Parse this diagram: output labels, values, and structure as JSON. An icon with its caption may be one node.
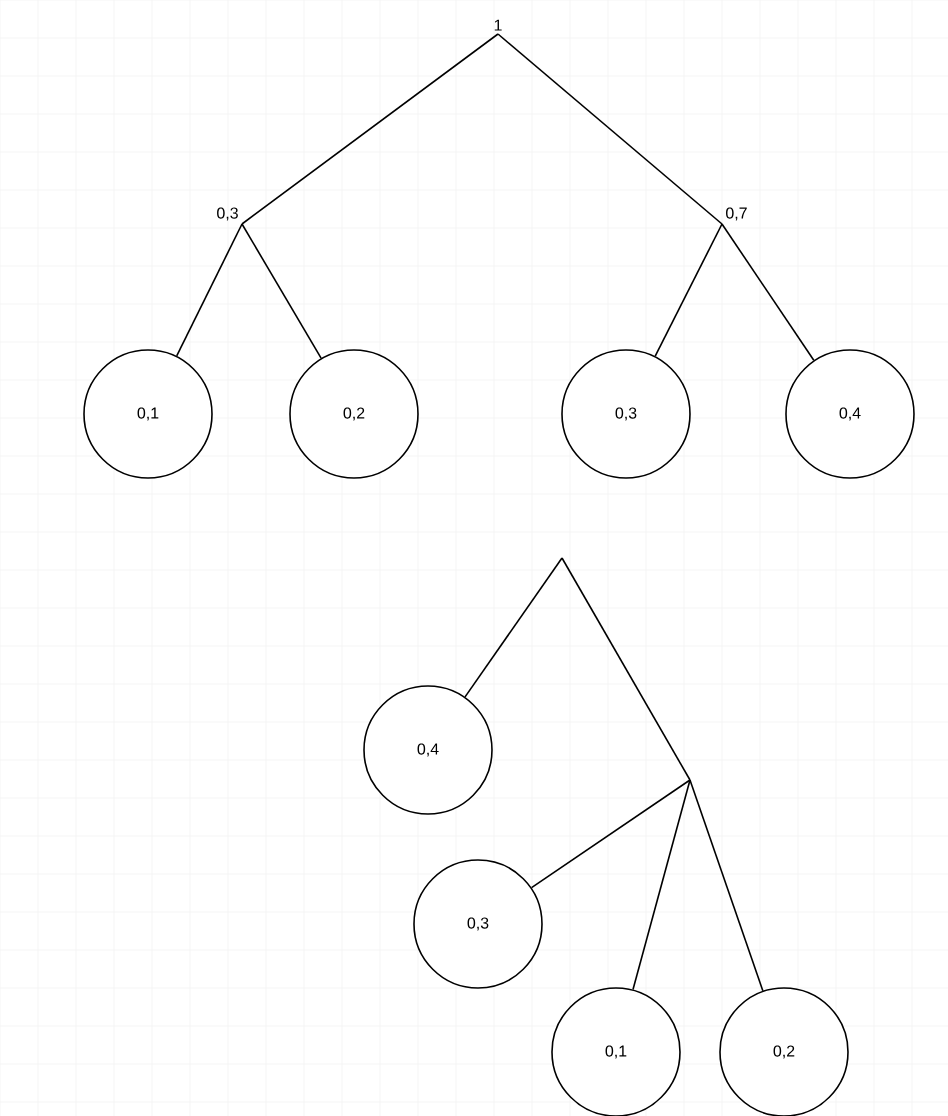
{
  "diagram": {
    "nodes": [
      {
        "text": [
          "1"
        ]
      },
      {
        "text": [
          "0,3"
        ]
      },
      {
        "text": [
          "0,7"
        ]
      },
      {
        "text": [
          "0,1"
        ]
      },
      {
        "text": [
          "0,2"
        ]
      },
      {
        "text": [
          "0,3"
        ]
      },
      {
        "text": [
          "0,4"
        ]
      },
      {
        "text": [
          "0,4"
        ]
      },
      {
        "text": [
          "0,3"
        ]
      },
      {
        "text": [
          "0,1"
        ]
      },
      {
        "text": [
          "0,2"
        ]
      }
    ],
    "edges": [
      {
        "from": 0,
        "to": 1,
        "arrow": "none"
      },
      {
        "from": 0,
        "to": 2,
        "arrow": "none"
      },
      {
        "from": 1,
        "to": 3,
        "arrow": "none"
      },
      {
        "from": 1,
        "to": 4,
        "arrow": "none"
      },
      {
        "from": 2,
        "to": 5,
        "arrow": "none"
      },
      {
        "from": 2,
        "to": 6,
        "arrow": "none"
      },
      {
        "from": null,
        "to": 7,
        "arrow": "none"
      },
      {
        "from": null,
        "to": 8,
        "arrow": "none"
      },
      {
        "from": null,
        "to": 9,
        "arrow": "none"
      },
      {
        "from": null,
        "to": 10,
        "arrow": "none"
      }
    ]
  }
}
